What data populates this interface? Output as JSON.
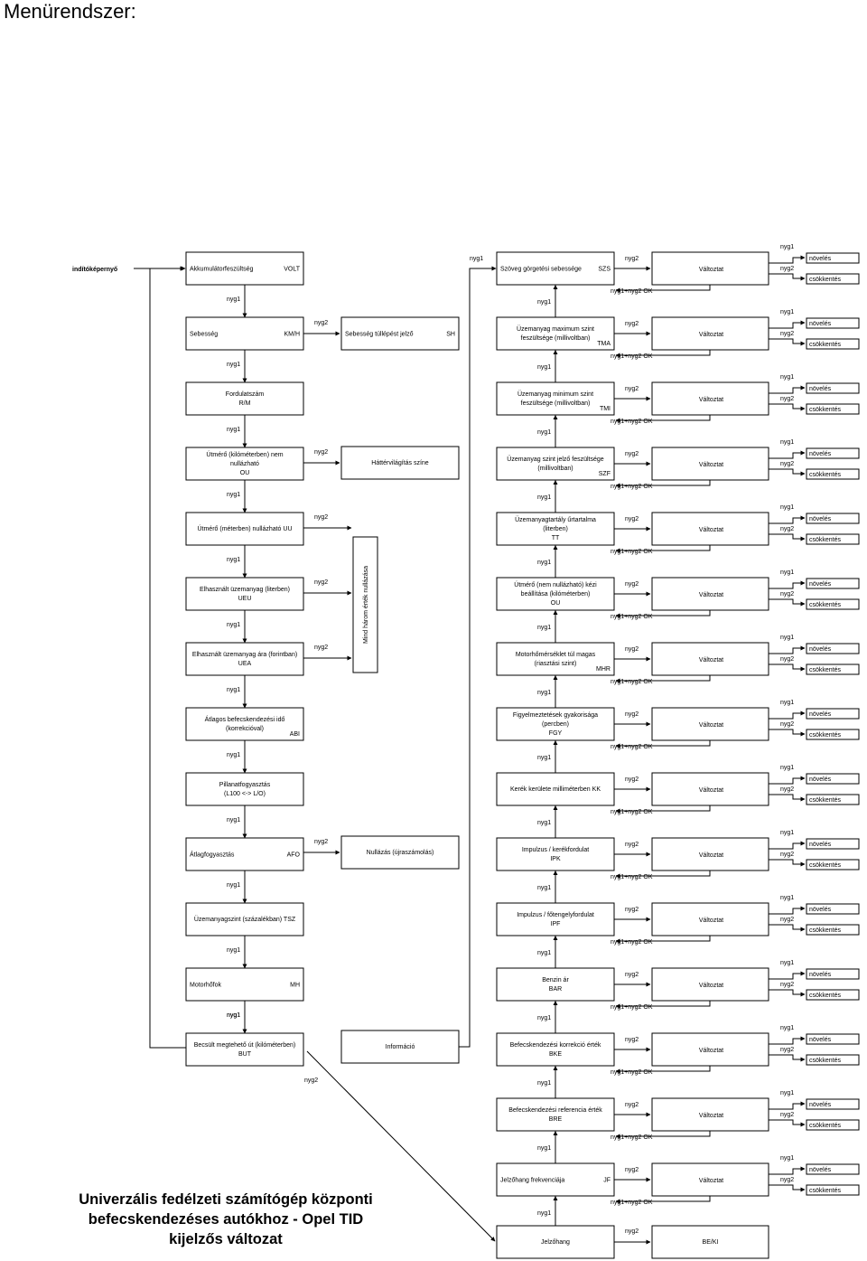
{
  "page_title": "Menürendszer:",
  "footer_lines": [
    "Univerzális fedélzeti számítógép központi",
    "befecskendezéses autókhoz - Opel TID",
    "kijelzős változat"
  ],
  "start_label": "indítóképernyő",
  "labels": {
    "nyg1": "nyg1",
    "nyg2": "nyg2",
    "ok": "nyg1+nyg2 OK",
    "change": "Változtat",
    "increase": "növelés",
    "decrease": "csökkentés"
  },
  "left_column": [
    {
      "lines": [
        "Akkumulátorfeszültség"
      ],
      "code": "VOLT"
    },
    {
      "lines": [
        "Sebesség"
      ],
      "code": "KM/H"
    },
    {
      "lines": [
        "Fordulatszám",
        "R/M"
      ],
      "code": ""
    },
    {
      "lines": [
        "Útmérő (kilóméterben) nem",
        "nullázható",
        "OU"
      ],
      "code": ""
    },
    {
      "lines": [
        "Útmérő (méterben) nullázható UU"
      ],
      "code": ""
    },
    {
      "lines": [
        "Elhasznált üzemanyag (literben)",
        "UEU"
      ],
      "code": ""
    },
    {
      "lines": [
        "Elhasznált üzemanyag ára (forintban)",
        "UEA"
      ],
      "code": ""
    },
    {
      "lines": [
        "Átlagos befecskendezési idő",
        "(korrekcióval)"
      ],
      "code": "ABI"
    },
    {
      "lines": [
        "Pillanatfogyasztás",
        "(L100 <-> L/O)"
      ],
      "code": ""
    },
    {
      "lines": [
        "Átlagfogyasztás"
      ],
      "code": "AFO"
    },
    {
      "lines": [
        "Üzemanyagszint (százalékban) TSZ"
      ],
      "code": ""
    },
    {
      "lines": [
        "Motorhőfok"
      ],
      "code": "MH"
    },
    {
      "lines": [
        "Becsült megtehető út (kilóméterben)",
        "BUT"
      ],
      "code": ""
    }
  ],
  "middle_column": {
    "speed_alarm": {
      "lines": [
        "Sebesség túllépést jelző"
      ],
      "code": "SH"
    },
    "backlight": {
      "lines": [
        "Háttérvilágítás színe"
      ],
      "code": ""
    },
    "reset_all": "Mind három érték nullázása",
    "reset": {
      "lines": [
        "Nullázás (újraszámolás)"
      ],
      "code": ""
    },
    "info": {
      "lines": [
        "Információ"
      ],
      "code": ""
    }
  },
  "right_column": [
    {
      "lines": [
        "Szöveg görgetési sebessége"
      ],
      "code": "SZS"
    },
    {
      "lines": [
        "Üzemanyag maximum szint",
        "feszültsége (millivoltban)"
      ],
      "code": "TMA"
    },
    {
      "lines": [
        "Üzemanyag minimum szint",
        "feszültsége (millivoltban)"
      ],
      "code": "TMI"
    },
    {
      "lines": [
        "Üzemanyag szint jelző feszültsége",
        "(millivoltban)"
      ],
      "code": "SZF"
    },
    {
      "lines": [
        "Üzemanyagtartály űrtartalma",
        "(literben)",
        "TT"
      ],
      "code": ""
    },
    {
      "lines": [
        "Útmérő (nem nullázható) kézi",
        "beállítása (kilóméterben)",
        "OU"
      ],
      "code": ""
    },
    {
      "lines": [
        "Motorhőmérséklet túl magas",
        "(riasztási szint)"
      ],
      "code": "MHR"
    },
    {
      "lines": [
        "Figyelmeztetések gyakorisága",
        "(percben)",
        "FGY"
      ],
      "code": ""
    },
    {
      "lines": [
        "Kerék kerülete milliméterben KK"
      ],
      "code": ""
    },
    {
      "lines": [
        "Impulzus / kerékfordulat",
        "IPK"
      ],
      "code": ""
    },
    {
      "lines": [
        "Impulzus / főtengelyfordulat",
        "IPF"
      ],
      "code": ""
    },
    {
      "lines": [
        "Benzin ár",
        "BAR"
      ],
      "code": ""
    },
    {
      "lines": [
        "Befecskendezési korrekció érték",
        "BKE"
      ],
      "code": ""
    },
    {
      "lines": [
        "Befecskendezési referencia érték",
        "BRE"
      ],
      "code": ""
    },
    {
      "lines": [
        "Jelzőhang frekvenciája"
      ],
      "code": "JF"
    }
  ],
  "bottom": {
    "sound": {
      "lines": [
        "Jelzőhang"
      ],
      "code": ""
    },
    "onoff": {
      "lines": [
        "BE/KI"
      ],
      "code": ""
    }
  }
}
